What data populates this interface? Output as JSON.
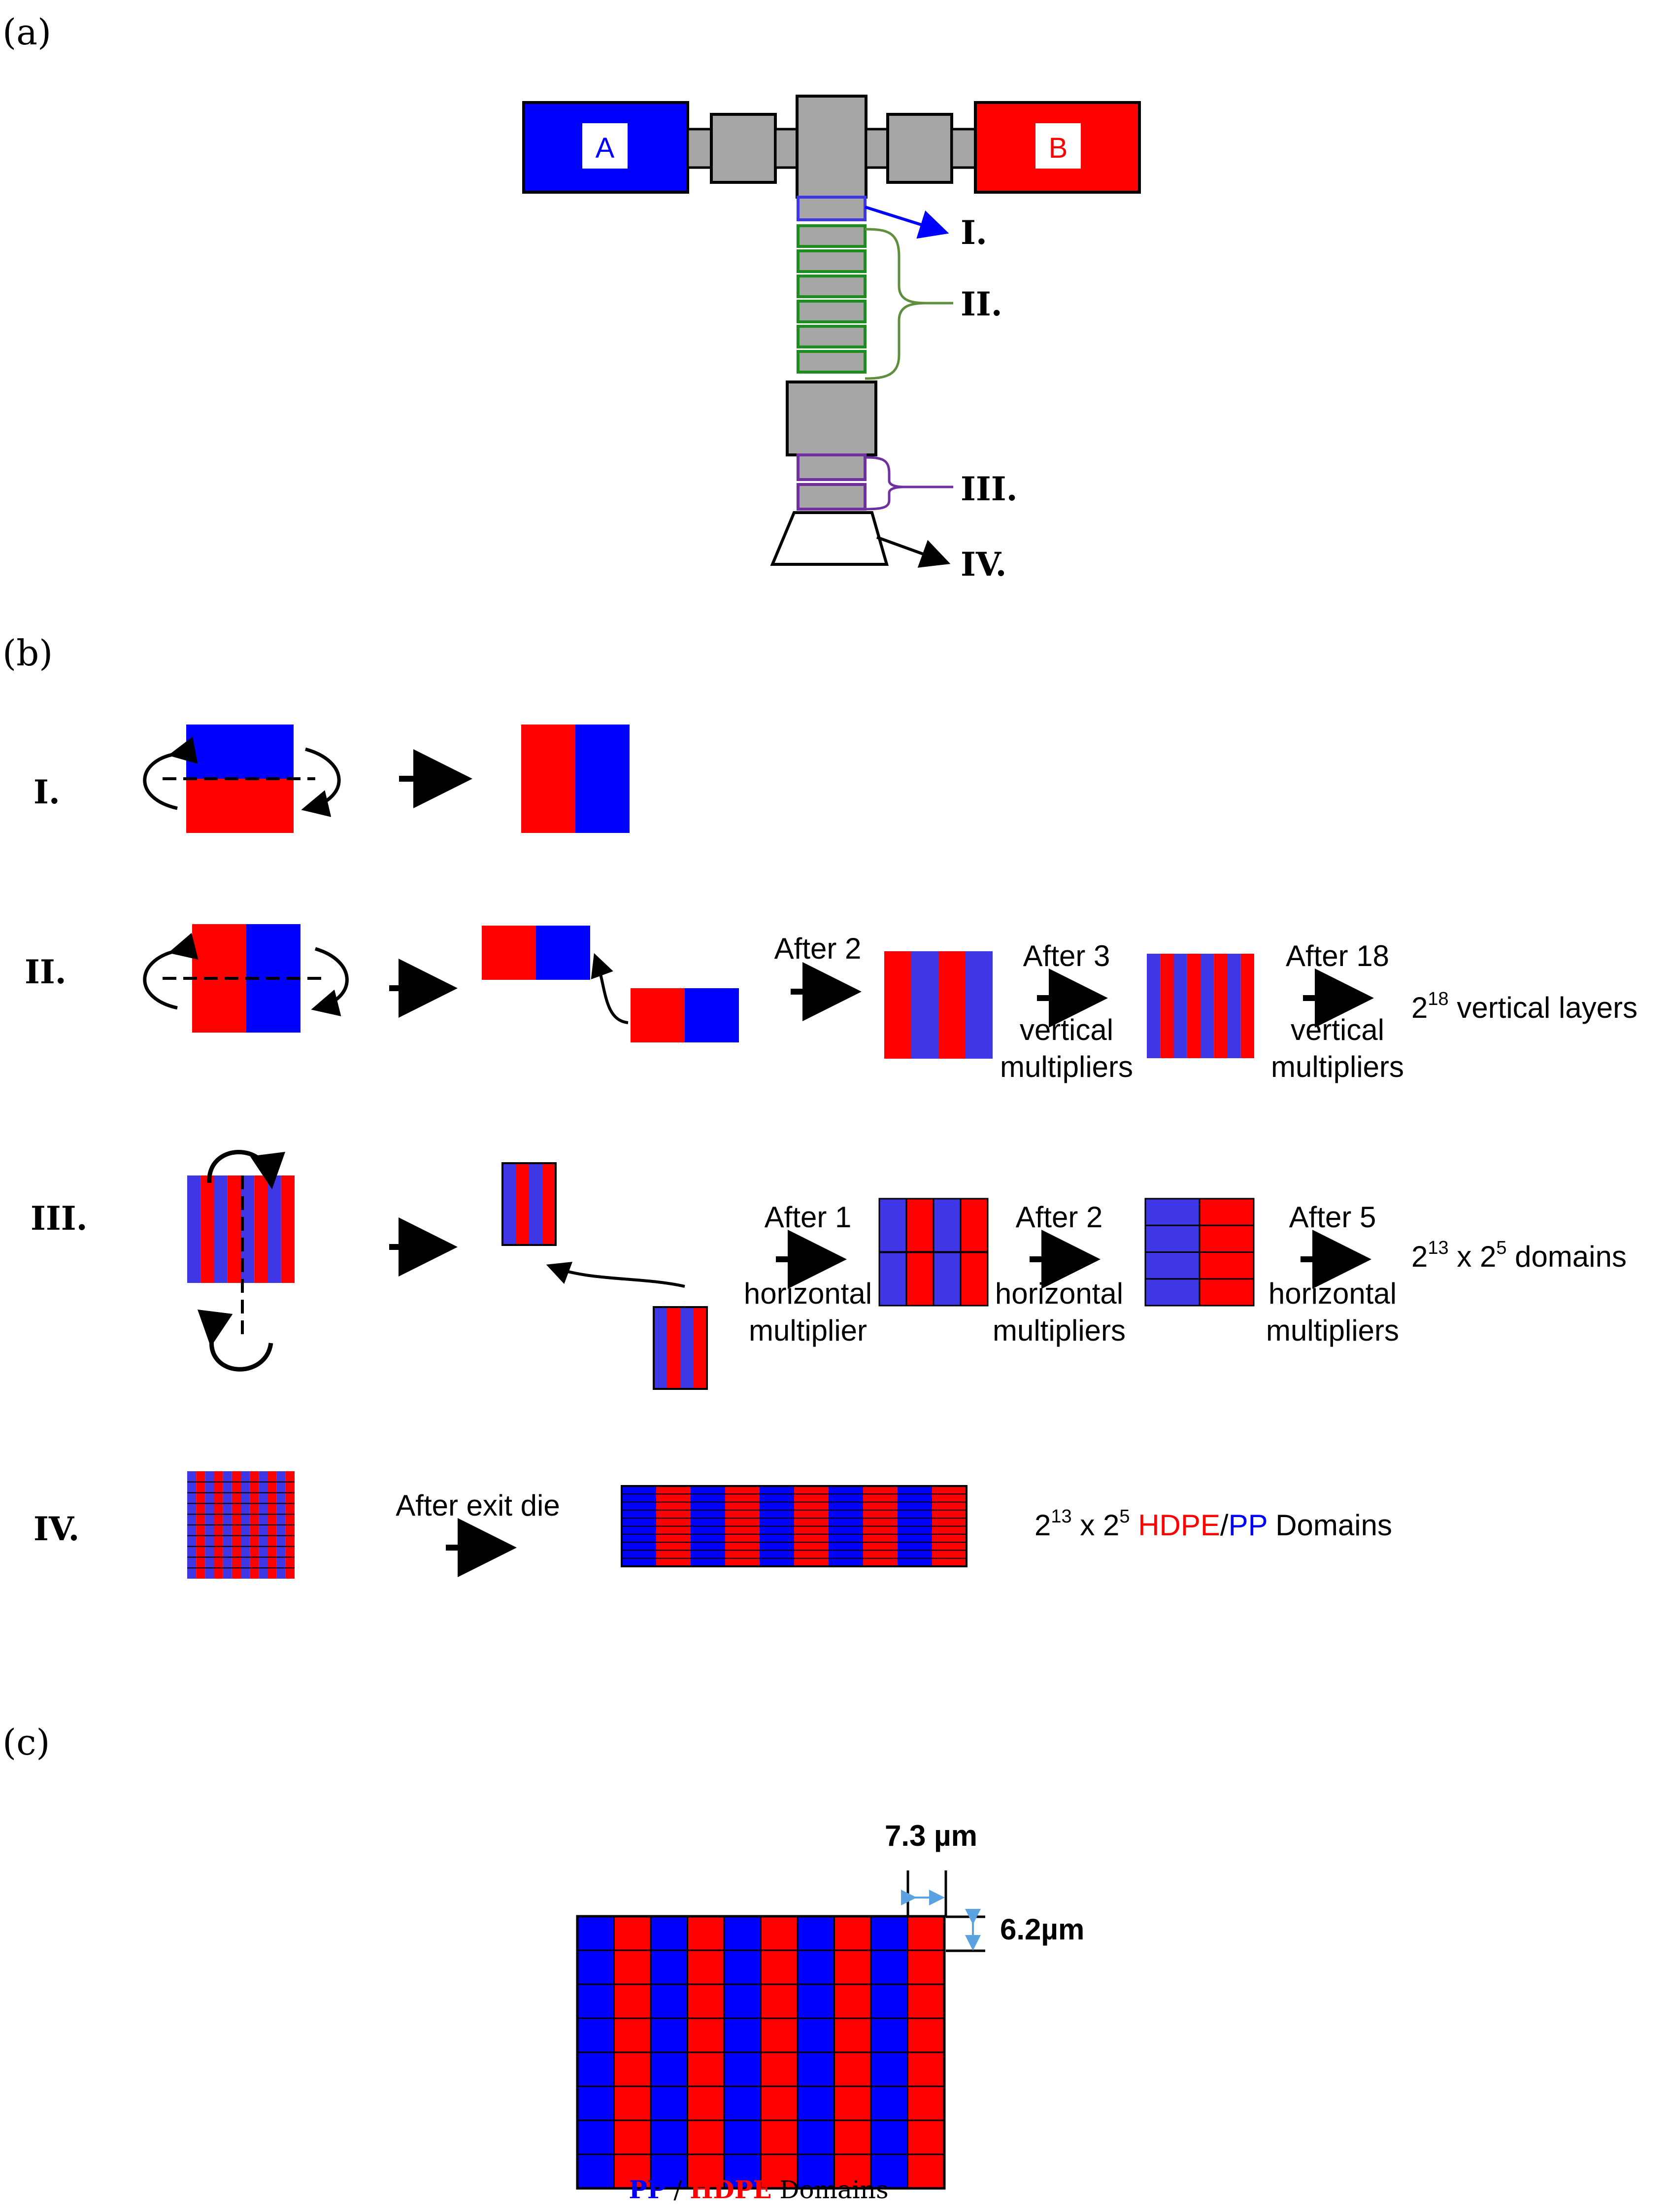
{
  "colors": {
    "red": "#FF0000",
    "blue": "#0000FF",
    "purpleBlue": "#3F37E6",
    "gray": "#A6A6A6",
    "green": "#1E8C1E",
    "purple": "#7030A0",
    "olive": "#5E8E3E",
    "dim_arrow": "#5BA3E0"
  },
  "panel_a": {
    "label": "(a)",
    "extruder_a": "A",
    "extruder_b": "B",
    "callouts": [
      "I.",
      "II.",
      "III.",
      "IV."
    ]
  },
  "panel_b": {
    "label": "(b)",
    "rows": [
      {
        "id": "I.",
        "notes": []
      },
      {
        "id": "II.",
        "notes": [
          {
            "text": "After 2"
          },
          {
            "text": "After 3",
            "sub1": "vertical",
            "sub2": "multipliers"
          },
          {
            "text": "After 18",
            "sub1": "vertical",
            "sub2": "multipliers"
          }
        ],
        "result": {
          "base": "2",
          "exp": "18",
          "tail": " vertical layers"
        }
      },
      {
        "id": "III.",
        "notes": [
          {
            "text": "After 1",
            "sub1": "horizontal",
            "sub2": "multiplier"
          },
          {
            "text": "After 2",
            "sub1": "horizontal",
            "sub2": "multipliers"
          },
          {
            "text": "After 5",
            "sub1": "horizontal",
            "sub2": "multipliers"
          }
        ],
        "result": {
          "base1": "2",
          "exp1": "13",
          "mid": " x 2",
          "exp2": "5",
          "tail": " domains"
        }
      },
      {
        "id": "IV.",
        "notes": [
          {
            "text": "After exit die"
          }
        ],
        "result": {
          "base1": "2",
          "exp1": "13",
          "mid": " x 2",
          "exp2": "5",
          "hdpe": "HDPE",
          "slash": "/",
          "pp": "PP",
          "tail": " Domains"
        }
      }
    ]
  },
  "panel_c": {
    "label": "(c)",
    "width_dim": "7.3 µm",
    "height_dim": "6.2µm",
    "caption_pp": "PP",
    "caption_slash": " / ",
    "caption_hdpe": "HDPE",
    "caption_tail": " Domains"
  }
}
